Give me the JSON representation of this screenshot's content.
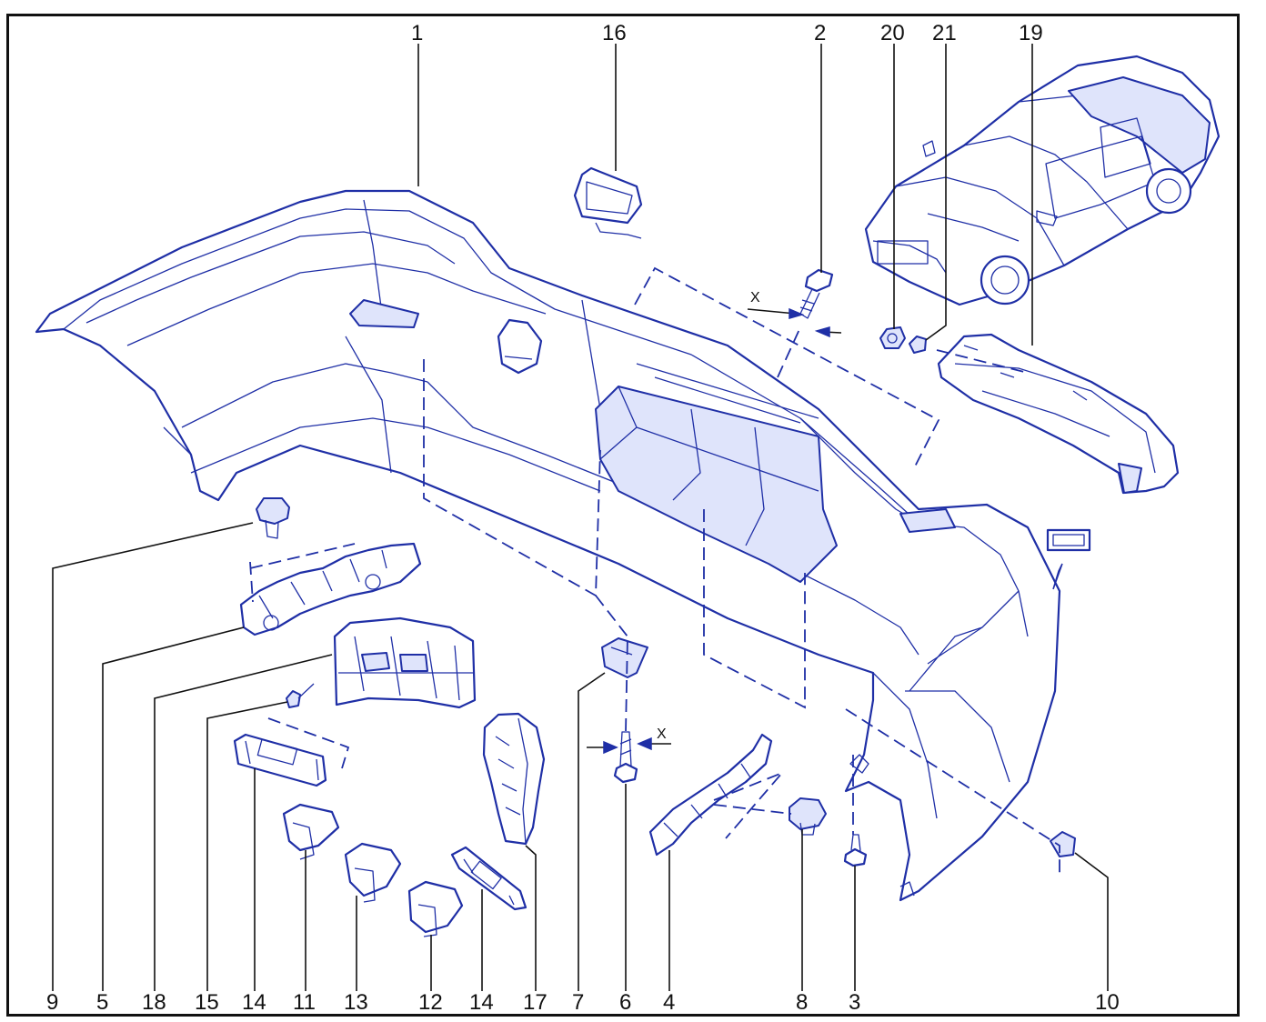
{
  "top_labels": [
    "1",
    "16",
    "2",
    "20",
    "21",
    "19"
  ],
  "bottom_labels": [
    "9",
    "5",
    "18",
    "15",
    "14",
    "11",
    "13",
    "12",
    "14",
    "17",
    "7",
    "6",
    "4",
    "8",
    "3",
    "10"
  ],
  "dimension_marks": [
    "X",
    "X"
  ],
  "colors": {
    "parts": "#1f2fa6",
    "lines": "#111111",
    "frame": "#111111"
  }
}
